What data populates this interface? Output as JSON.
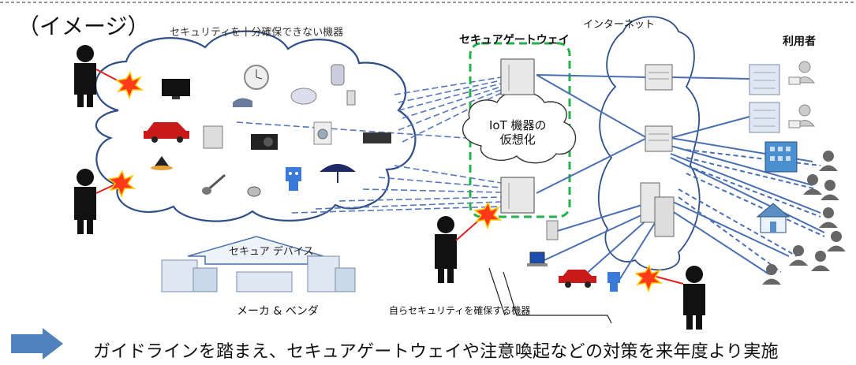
{
  "labels": {
    "image_label": "（イメージ）",
    "insecure_devices": "セキュリティを十分確保できない機器",
    "secure_gateway": "セキュアゲートウェイ",
    "internet": "インターネット",
    "users": "利用者",
    "iot_virtualization_line1": "IoT 機器の",
    "iot_virtualization_line2": "仮想化",
    "secure_devices": "セキュア デバイス",
    "maker_vendor": "メーカ & ベンダ",
    "self_secure_devices": "自らセキュリティを確保する機器",
    "conclusion": "ガイドラインを踏まえ、セキュアゲートウェイや注意喚起などの対策を来年度より実施"
  },
  "icons": [
    "attacker-icon",
    "explosion-icon",
    "tv-icon",
    "clock-icon",
    "rice-cooker-icon",
    "vacuum-icon",
    "car-icon",
    "fridge-icon",
    "camera-icon",
    "washing-machine-icon",
    "video-recorder-icon",
    "witch-hat-icon",
    "guitar-icon",
    "security-camera-icon",
    "robot-icon",
    "umbrella-icon",
    "server-icon",
    "building-icon",
    "house-icon",
    "user-icon",
    "arrow-icon"
  ],
  "colors": {
    "cloud_outline": "#2f4f86",
    "gateway_border": "#22b14c",
    "connection_line": "#4a6fb0",
    "dashed_beam": "#5577bb",
    "attacker": "#111111",
    "attack_line": "#e02020",
    "arrow": "#4f81bd"
  }
}
